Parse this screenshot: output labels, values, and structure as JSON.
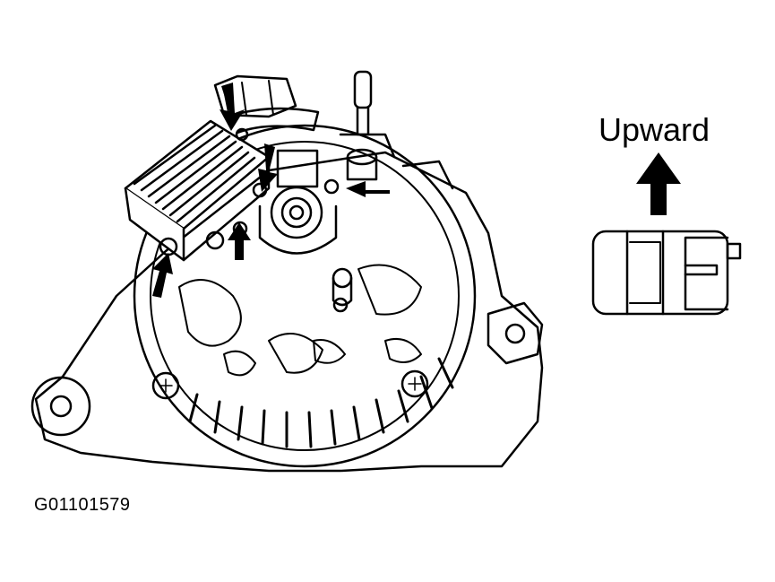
{
  "diagram": {
    "direction_label": "Upward",
    "figure_id": "G01101579"
  },
  "colors": {
    "ink": "#000000",
    "paper": "#ffffff"
  },
  "icons": [
    "alternator-drawing",
    "regulator-icon",
    "connector-icon",
    "arrow-icon"
  ]
}
